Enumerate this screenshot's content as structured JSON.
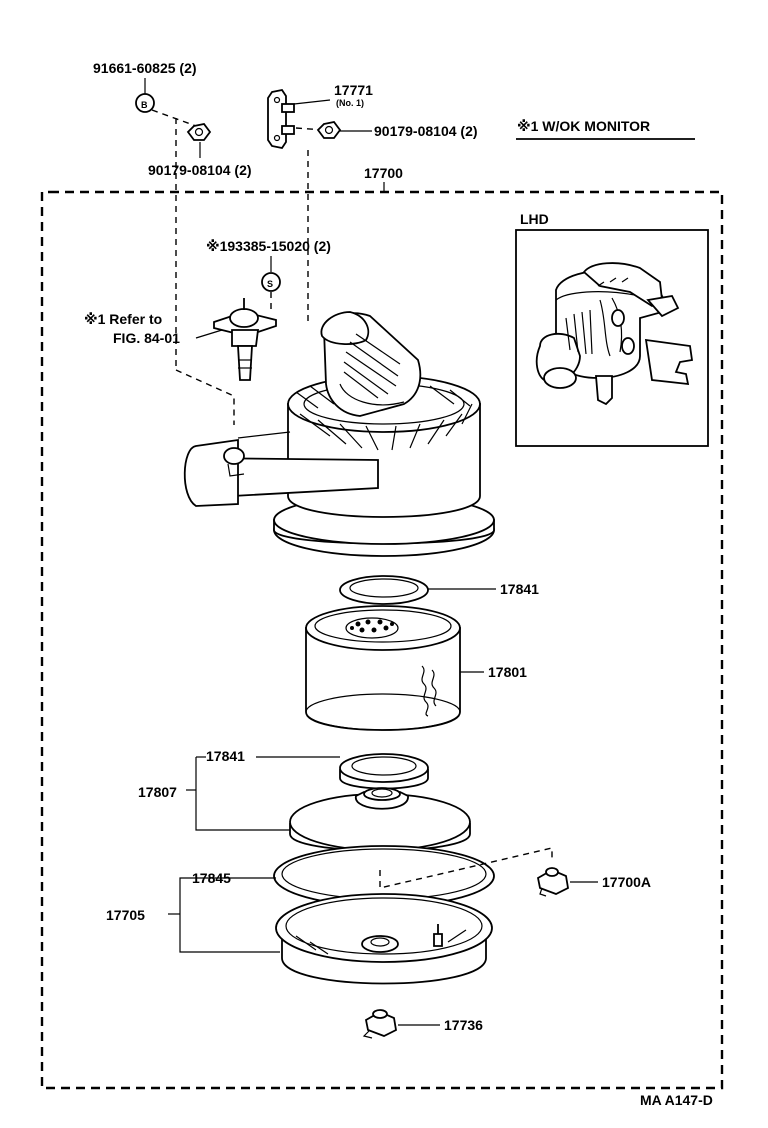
{
  "diagram": {
    "labels": {
      "p91661": "91661-60825 (2)",
      "p90179_left": "90179-08104 (2)",
      "p17771": "17771",
      "p17771_no": "(No. 1)",
      "p90179_right": "90179-08104 (2)",
      "note_wok": "※1 W/OK  MONITOR",
      "p17700": "17700",
      "lhd": "LHD",
      "p193385": "※193385-15020 (2)",
      "refer1": "※1 Refer to",
      "refer2": "FIG. 84-01",
      "p17841_top": "17841",
      "p17801": "17801",
      "p17841_bot": "17841",
      "p17807": "17807",
      "p17845": "17845",
      "p17700A": "17700A",
      "p17705": "17705",
      "p17736": "17736",
      "code": "MA A147-D"
    },
    "marker_s": "S",
    "marker_b": "B"
  }
}
